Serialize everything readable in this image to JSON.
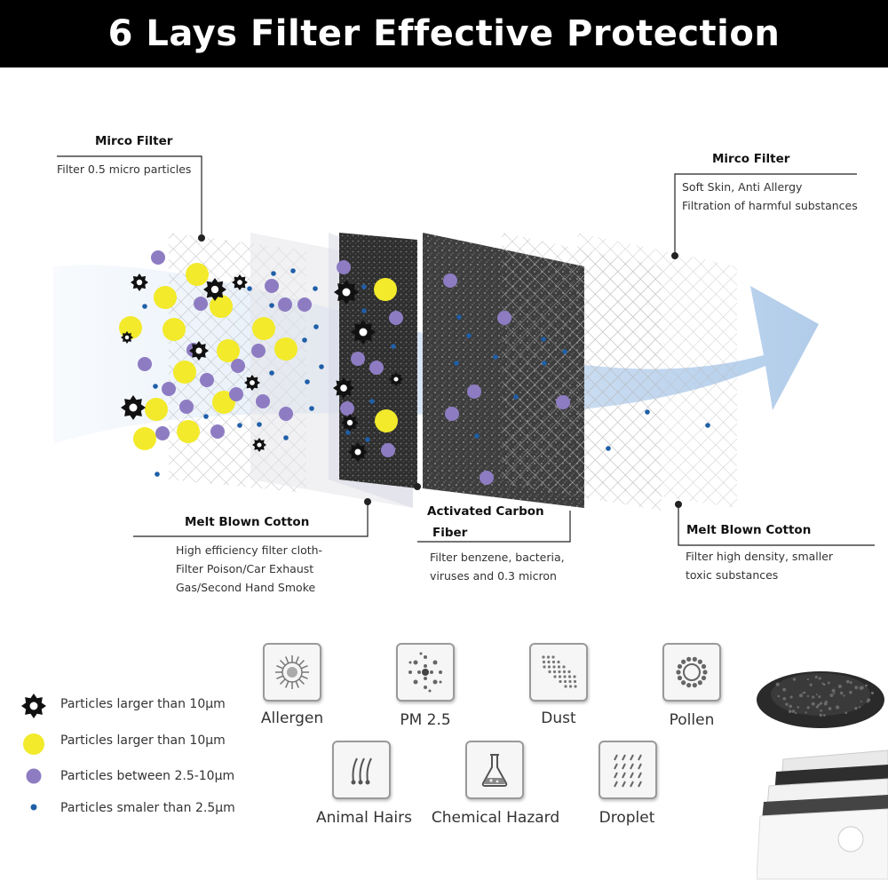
{
  "banner": {
    "title": "6 Lays Filter Effective Protection"
  },
  "layers": {
    "top_left": {
      "title": "Mirco Filter",
      "desc": "Filter 0.5 micro particles"
    },
    "top_right": {
      "title": "Mirco Filter",
      "desc_1": "Soft Skin, Anti Allergy",
      "desc_2": "Filtration of harmful substances"
    },
    "bottom_left": {
      "title": "Melt Blown Cotton",
      "desc_1": "High efficiency filter cloth-",
      "desc_2": "Filter Poison/Car Exhaust",
      "desc_3": "Gas/Second Hand Smoke"
    },
    "bottom_mid": {
      "title_1": "Activated Carbon",
      "title_2": "Fiber",
      "desc_1": "Filter benzene, bacteria,",
      "desc_2": "viruses and 0.3 micron"
    },
    "bottom_right": {
      "title": "Melt Blown Cotton",
      "desc_1": "Filter high density, smaller",
      "desc_2": "toxic substances"
    }
  },
  "icons": [
    {
      "name": "allergen",
      "label": "Allergen"
    },
    {
      "name": "pm25",
      "label": "PM 2.5"
    },
    {
      "name": "dust",
      "label": "Dust"
    },
    {
      "name": "pollen",
      "label": "Pollen"
    },
    {
      "name": "animal-hairs",
      "label": "Animal Hairs"
    },
    {
      "name": "chemical-hazard",
      "label": "Chemical Hazard"
    },
    {
      "name": "droplet",
      "label": "Droplet"
    }
  ],
  "legend": [
    {
      "marker": "black-gear",
      "text": "Particles larger than 10μm"
    },
    {
      "marker": "yellow-dot",
      "text": "Particles larger than 10μm"
    },
    {
      "marker": "purple-dot",
      "text": "Particles between 2.5-10μm"
    },
    {
      "marker": "blue-dot",
      "text": "Particles smaler than 2.5μm"
    }
  ],
  "colors": {
    "banner_bg": "#000000",
    "yellow_particle": "#f2ea2a",
    "purple_particle": "#8e7cc3",
    "blue_particle": "#1f5fa8",
    "carbon_layer": "#3a3a3a",
    "airflow_arrow": "#a9c7e8"
  }
}
